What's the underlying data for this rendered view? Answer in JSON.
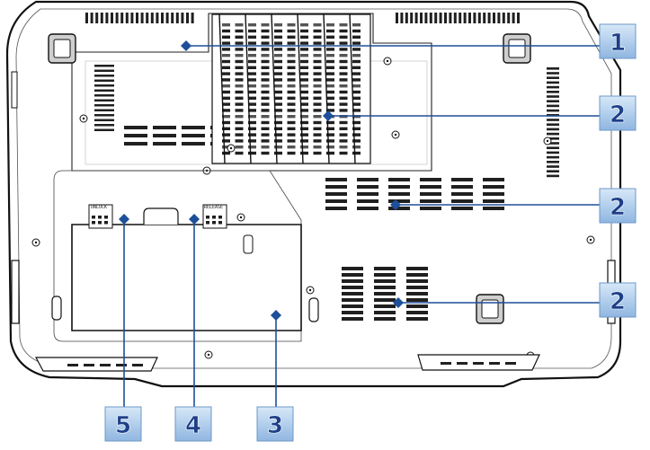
{
  "diagram": {
    "colors": {
      "line": "#101010",
      "body": "#ffffff",
      "shade": "#d9d9d9",
      "vent": "#202020",
      "callout_fill": "#9cc0e6",
      "callout_text": "#1e3f88",
      "leader": "#1e4f9a"
    },
    "labels": {
      "unlock": "UNLOCK",
      "release": "RELEASE"
    },
    "callouts": [
      {
        "id": "c1",
        "number": "1"
      },
      {
        "id": "c2a",
        "number": "2"
      },
      {
        "id": "c2b",
        "number": "2"
      },
      {
        "id": "c2c",
        "number": "2"
      },
      {
        "id": "c5",
        "number": "5"
      },
      {
        "id": "c4",
        "number": "4"
      },
      {
        "id": "c3",
        "number": "3"
      }
    ]
  }
}
